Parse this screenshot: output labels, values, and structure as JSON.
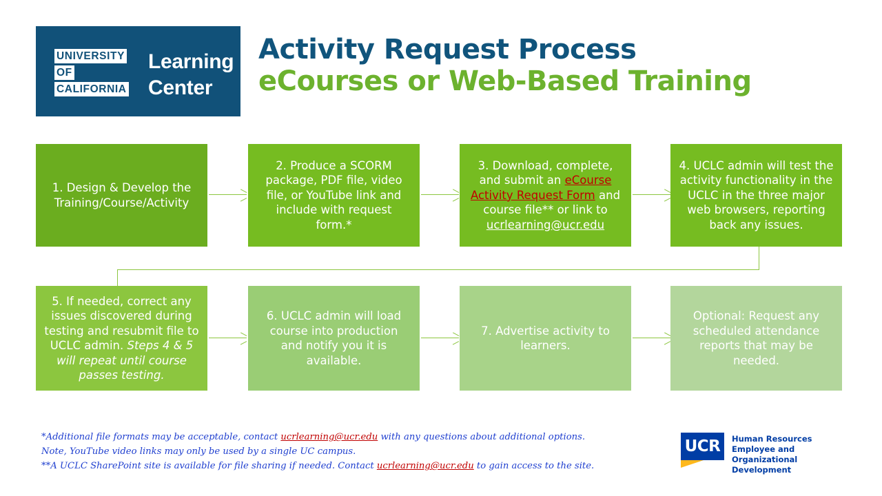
{
  "header": {
    "uc_logo": {
      "line1": "UNIVERSITY",
      "line2": "OF",
      "line3": "CALIFORNIA",
      "brand_line1": "Learning",
      "brand_line2": "Center",
      "background_color": "#115179"
    },
    "title_line1": "Activity Request Process",
    "title_line2": "eCourses or Web-Based Training",
    "title_line1_color": "#10547C",
    "title_line2_color": "#6CB22E"
  },
  "flow": {
    "row1": [
      {
        "id": "step-1",
        "color": "#6BAD1F",
        "lines": [
          "1. Design & Develop the",
          "Training/Course/Activity"
        ]
      },
      {
        "id": "step-2",
        "color": "#76BC21",
        "lines": [
          "2. Produce a SCORM",
          "package, PDF file, video",
          "file, or YouTube link and",
          "include with request",
          "form.*"
        ]
      },
      {
        "id": "step-3",
        "color": "#76BC21",
        "text_before_link": "3. Download, complete, and submit an ",
        "link_form": "eCourse Activity Request Form",
        "text_middle": " and course file** or link to ",
        "link_email": "ucrlearning@ucr.edu"
      },
      {
        "id": "step-4",
        "color": "#76BC21",
        "lines": [
          "4. UCLC admin will test the",
          "activity functionality in the",
          "UCLC in the three major",
          "web browsers, reporting",
          "back any issues."
        ]
      }
    ],
    "row2": [
      {
        "id": "step-5",
        "color": "#8CC63F",
        "text_normal": "5. If needed, correct any issues discovered during testing and resubmit file to UCLC admin. ",
        "text_italic": "Steps 4 & 5 will repeat until course passes testing."
      },
      {
        "id": "step-6",
        "color": "#9ACD75",
        "lines": [
          "6. UCLC admin will load",
          "course into production",
          "and notify you it is",
          "available."
        ]
      },
      {
        "id": "step-7",
        "color": "#A8D389",
        "lines": [
          "7. Advertise activity to",
          "learners."
        ]
      },
      {
        "id": "step-optional",
        "color": "#B3D69C",
        "lines": [
          "Optional: Request any",
          "scheduled attendance",
          "reports that may be",
          "needed."
        ]
      }
    ],
    "arrow_color": "#8CC63F"
  },
  "footnotes": {
    "line1_a": "*Additional file formats may be acceptable, contact ",
    "line1_link": "ucrlearning@ucr.edu",
    "line1_b": " with any questions about additional options.",
    "line2": "Note, YouTube video links may only be used by a single UC campus.",
    "line3_a": "**A UCLC SharePoint site is available for file sharing if needed. Contact ",
    "line3_link": "ucrlearning@ucr.edu",
    "line3_b": " to gain access to the site.",
    "text_color": "#1F3FCF",
    "link_color": "#C00000"
  },
  "ucr_logo": {
    "mark": "UCR",
    "dept_line1": "Human Resources",
    "dept_line2": "Employee and Organizational",
    "dept_line3": "Development",
    "blue": "#003DA5",
    "gold": "#FFB81C"
  }
}
